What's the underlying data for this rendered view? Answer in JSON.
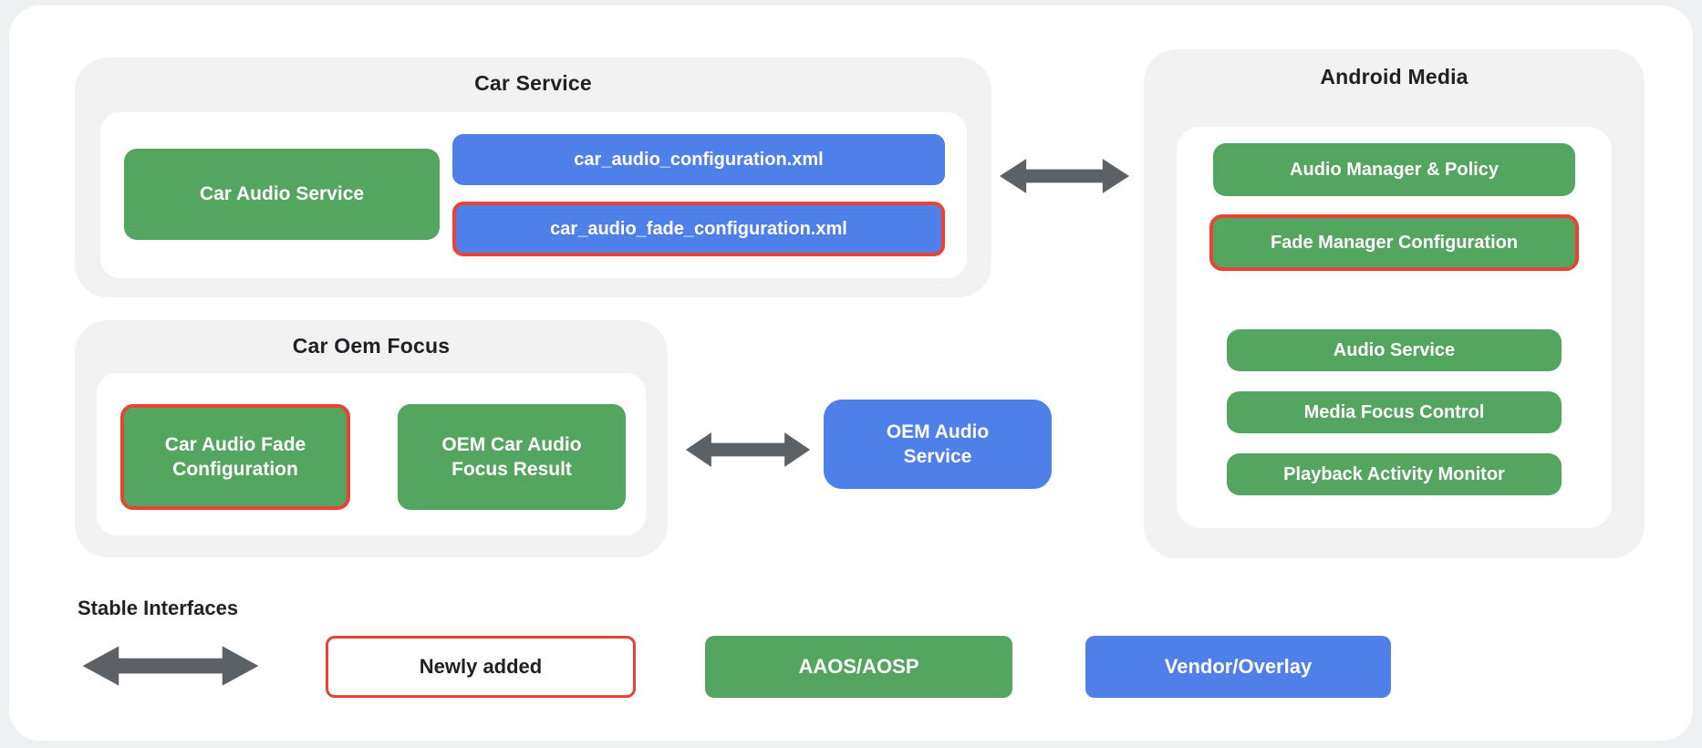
{
  "colors": {
    "green": "#54A55F",
    "blue": "#4F80EA",
    "red": "#E84335",
    "arrow": "#5C6166",
    "container_bg": "#F2F2F3",
    "page_bg": "#EEF0F2",
    "canvas_bg": "#FFFFFF",
    "text_dark": "#202124",
    "text_light": "#FFFFFF"
  },
  "car_service": {
    "title": "Car Service",
    "car_audio_service": "Car Audio Service",
    "config_xml": "car_audio_configuration.xml",
    "fade_config_xml": "car_audio_fade_configuration.xml"
  },
  "android_media": {
    "title": "Android Media",
    "audio_manager_policy": "Audio Manager & Policy",
    "fade_manager_configuration": "Fade Manager Configuration",
    "audio_service": "Audio Service",
    "media_focus_control": "Media Focus Control",
    "playback_activity_monitor": "Playback Activity Monitor"
  },
  "car_oem_focus": {
    "title": "Car Oem Focus",
    "car_audio_fade_configuration": "Car Audio Fade Configuration",
    "oem_car_audio_focus_result": "OEM Car Audio Focus Result"
  },
  "oem_audio_service": {
    "label": "OEM Audio Service"
  },
  "legend": {
    "stable_interfaces": "Stable Interfaces",
    "newly_added": "Newly added",
    "aaos_aosp": "AAOS/AOSP",
    "vendor_overlay": "Vendor/Overlay"
  }
}
